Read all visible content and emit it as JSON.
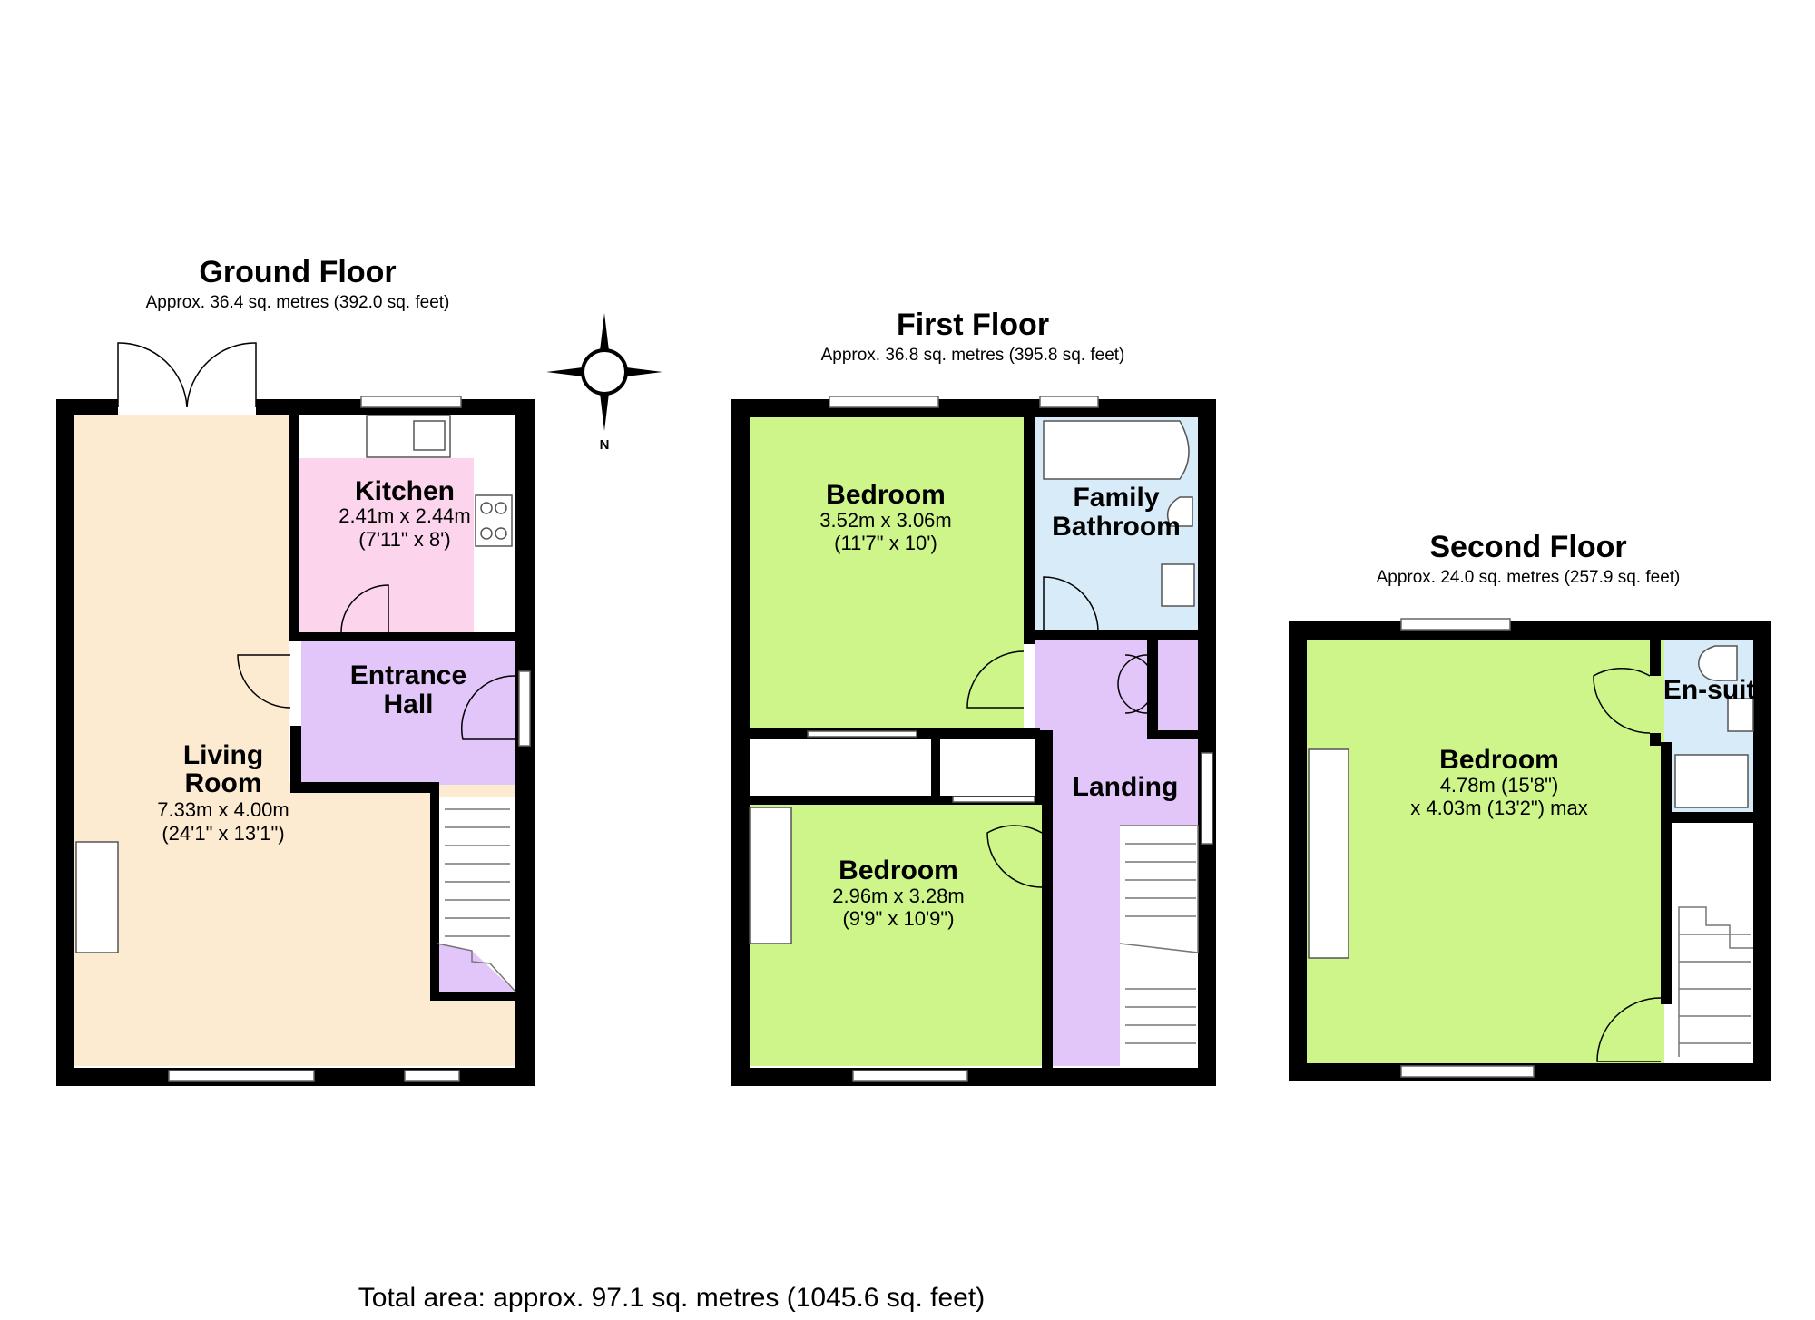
{
  "floors": [
    {
      "title": "Ground Floor",
      "area": "Approx. 36.4 sq. metres (392.0 sq. feet)"
    },
    {
      "title": "First Floor",
      "area": "Approx. 36.8 sq. metres (395.8 sq. feet)"
    },
    {
      "title": "Second Floor",
      "area": "Approx. 24.0 sq. metres (257.9 sq. feet)"
    }
  ],
  "rooms": {
    "kitchen": {
      "name": "Kitchen",
      "dim1": "2.41m x 2.44m",
      "dim2": "(7'11\" x 8')"
    },
    "entrance_hall": {
      "name1": "Entrance",
      "name2": "Hall"
    },
    "living_room": {
      "name1": "Living",
      "name2": "Room",
      "dim1": "7.33m x 4.00m",
      "dim2": "(24'1\" x 13'1\")"
    },
    "bedroom_1": {
      "name": "Bedroom",
      "dim1": "3.52m x 3.06m",
      "dim2": "(11'7\" x 10')"
    },
    "family_bathroom": {
      "name1": "Family",
      "name2": "Bathroom"
    },
    "landing": {
      "name": "Landing"
    },
    "bedroom_2": {
      "name": "Bedroom",
      "dim1": "2.96m x 3.28m",
      "dim2": "(9'9\" x 10'9\")"
    },
    "en_suite": {
      "name": "En-suite"
    },
    "bedroom_3": {
      "name": "Bedroom",
      "dim1": "4.78m (15'8\")",
      "dim2": "x 4.03m (13'2\") max"
    }
  },
  "compass": {
    "label": "N"
  },
  "total_area": "Total area: approx. 97.1 sq. metres (1045.6 sq. feet)",
  "colors": {
    "living": "#fcebd0",
    "kitchen": "#fcd4ec",
    "hall": "#e3c6f9",
    "bedroom": "#cdf58a",
    "bathroom": "#d8ebf9",
    "wall": "#000000"
  }
}
